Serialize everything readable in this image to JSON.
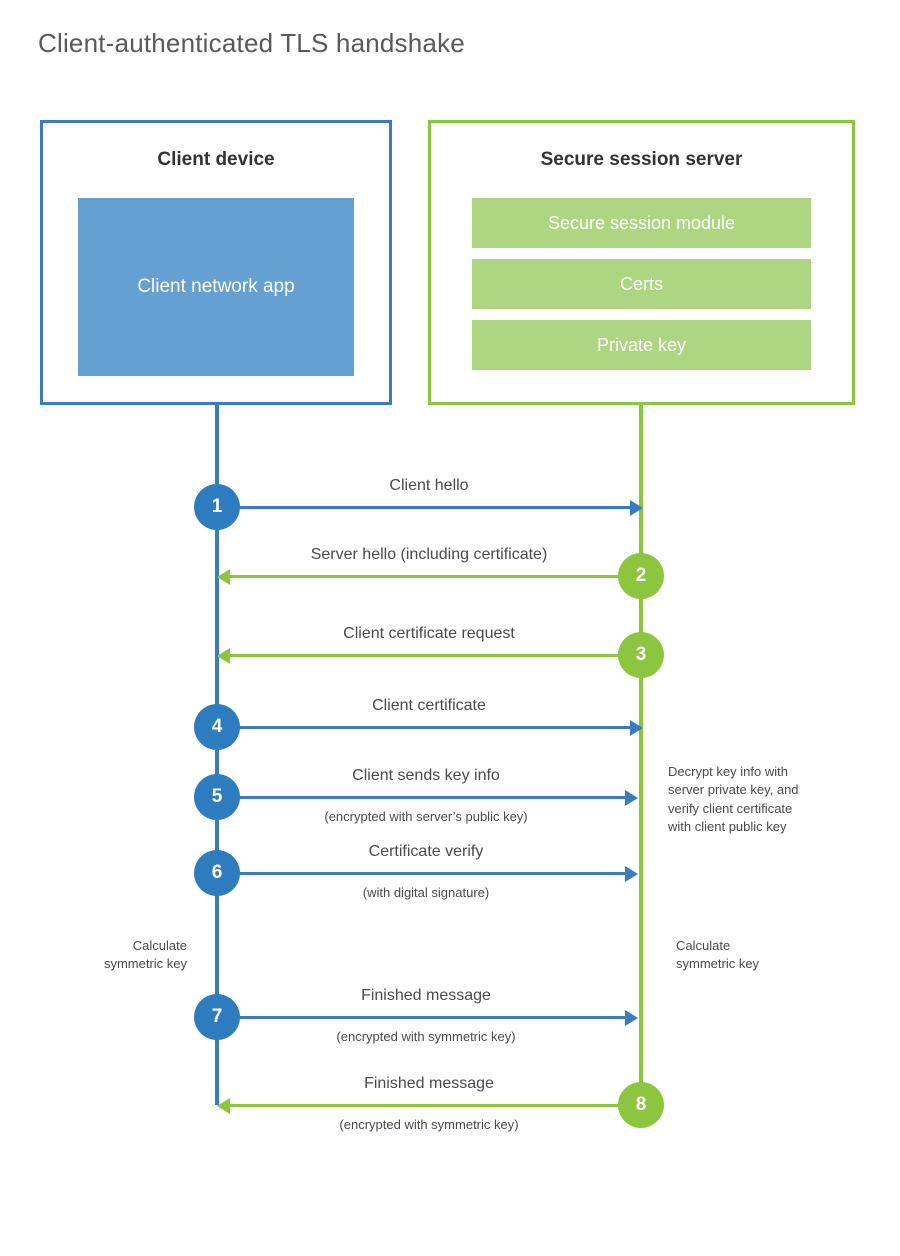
{
  "title": "Client-authenticated TLS handshake",
  "actors": {
    "client": {
      "title": "Client device",
      "app_label": "Client network app",
      "color": "#3a7cbe",
      "fill": "#64a0d2"
    },
    "server": {
      "title": "Secure session server",
      "color": "#8cc63f",
      "fill": "#aed581",
      "components": [
        "Secure session module",
        "Certs",
        "Private key"
      ]
    }
  },
  "steps": [
    {
      "number": "1",
      "label": "Client hello",
      "sublabel": "",
      "direction": "client-to-server",
      "color": "#2e7cc0"
    },
    {
      "number": "2",
      "label": "Server hello (including certificate)",
      "sublabel": "",
      "direction": "server-to-client",
      "color": "#8cc63f"
    },
    {
      "number": "3",
      "label": "Client certificate request",
      "sublabel": "",
      "direction": "server-to-client",
      "color": "#8cc63f"
    },
    {
      "number": "4",
      "label": "Client certificate",
      "sublabel": "",
      "direction": "client-to-server",
      "color": "#2e7cc0"
    },
    {
      "number": "5",
      "label": "Client sends key info",
      "sublabel": "(encrypted with server’s public key)",
      "direction": "client-to-server",
      "color": "#2e7cc0"
    },
    {
      "number": "6",
      "label": "Certificate verify",
      "sublabel": "(with digital signature)",
      "direction": "client-to-server",
      "color": "#2e7cc0"
    },
    {
      "number": "7",
      "label": "Finished message",
      "sublabel": "(encrypted with symmetric key)",
      "direction": "client-to-server",
      "color": "#2e7cc0"
    },
    {
      "number": "8",
      "label": "Finished message",
      "sublabel": "(encrypted with symmetric key)",
      "direction": "server-to-client",
      "color": "#8cc63f"
    }
  ],
  "notes": {
    "server_decrypt": "Decrypt key info with\nserver private key, and\nverify client certificate\nwith client public key",
    "client_calculate": "Calculate\nsymmetric key",
    "server_calculate": "Calculate\nsymmetric key"
  }
}
